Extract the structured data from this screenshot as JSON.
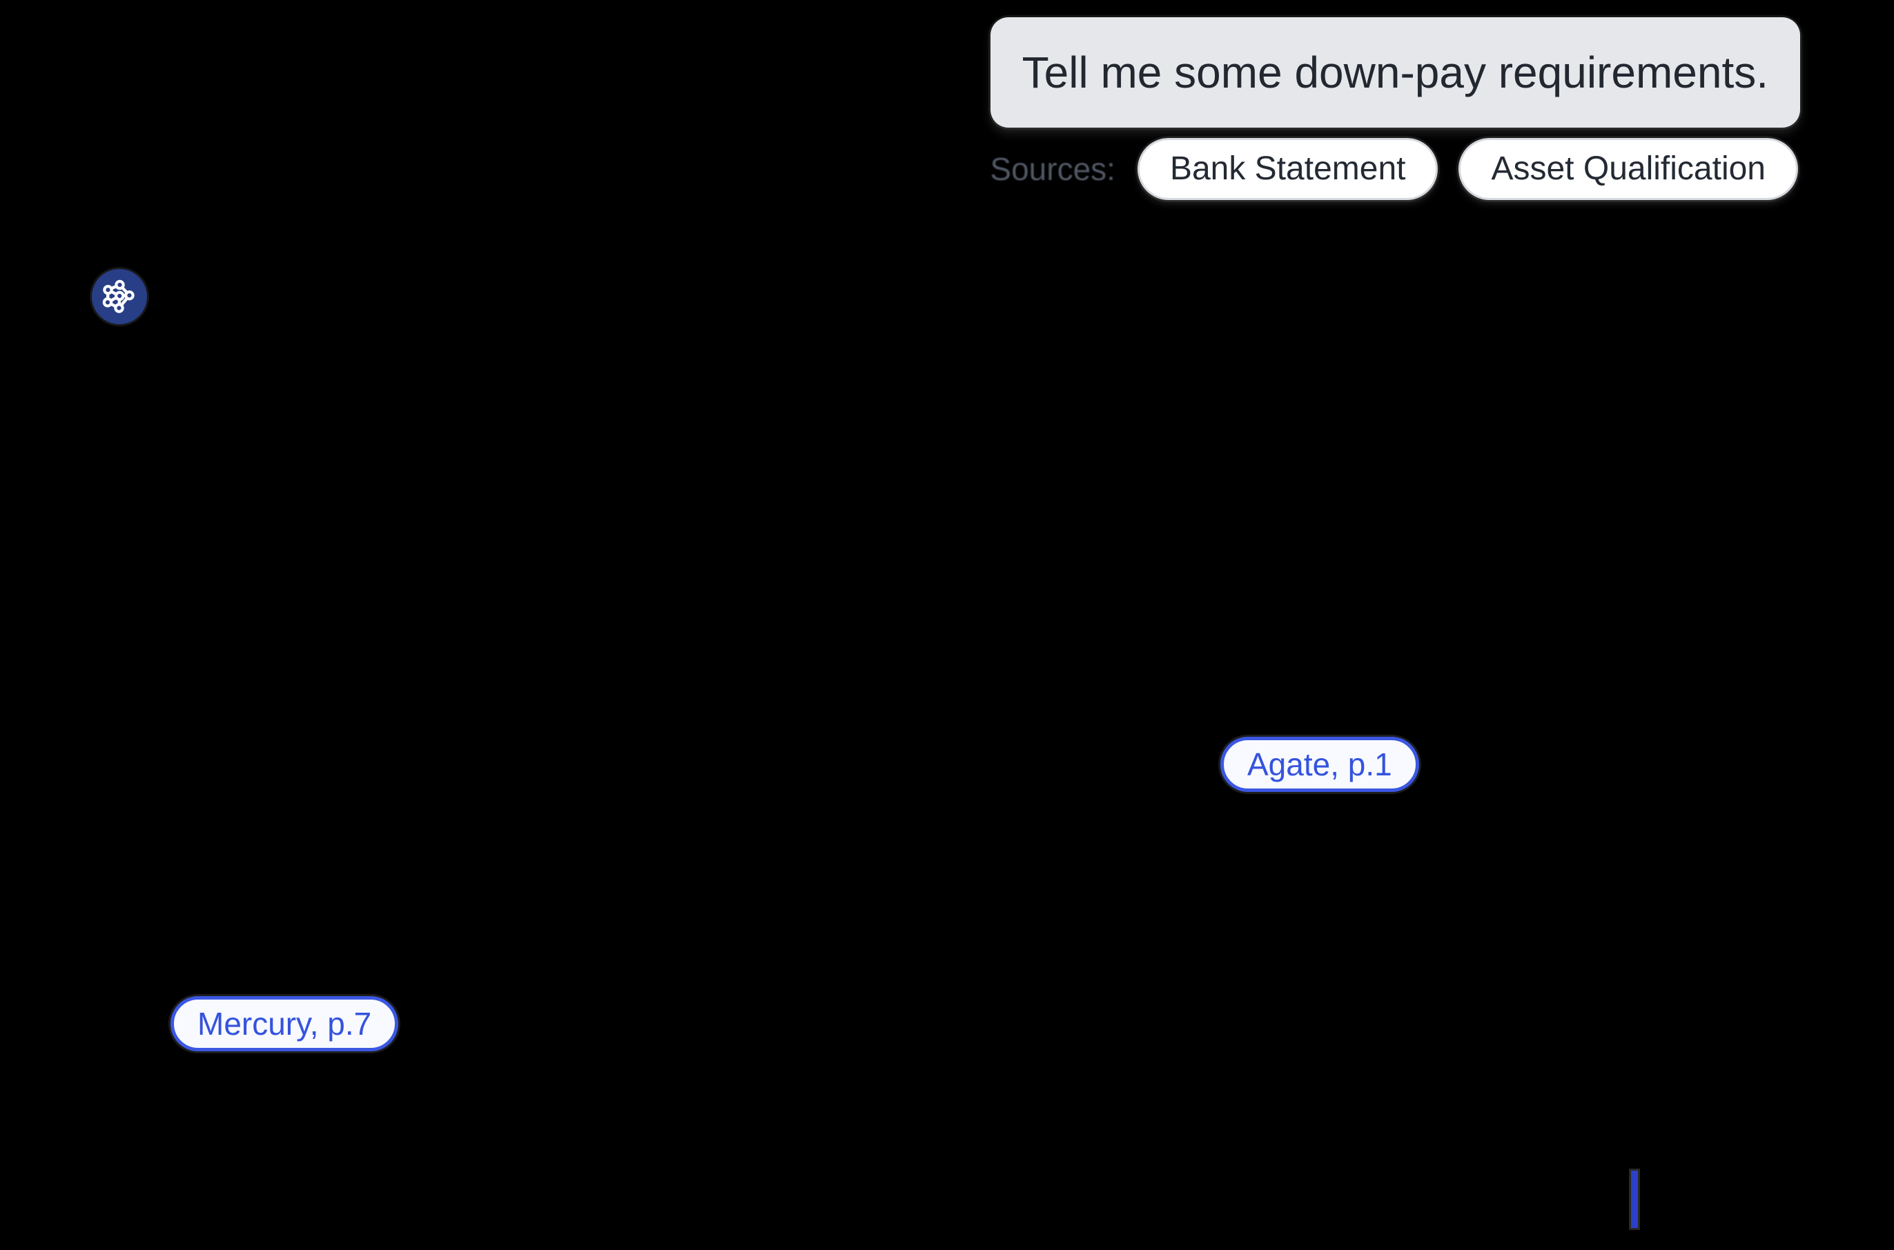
{
  "app": {
    "background": "#000000",
    "description_note": "chat view with user prompt, source chips, assistant avatar, citation pills and streaming caret"
  },
  "user_message": {
    "text": "Tell me some down-pay requirements."
  },
  "sources": {
    "label": "Sources:",
    "items": [
      {
        "label": "Bank Statement"
      },
      {
        "label": "Asset Qualification"
      }
    ]
  },
  "assistant": {
    "avatar_icon": "network-graph-icon",
    "citations": [
      {
        "label": "Agate, p.1"
      },
      {
        "label": "Mercury, p.7"
      }
    ],
    "caret": "text-caret"
  },
  "colors": {
    "avatar_bg": "#283e87",
    "citation_blue_border": "#3b57e2",
    "citation_blue_text": "#3553de",
    "citation_bg": "#f8faff",
    "caret_blue": "#2c40c8",
    "user_bubble_bg": "#e5e7ea",
    "user_bubble_text": "#23272f",
    "source_chip_bg": "#ffffff",
    "source_chip_border": "#d5d8dd",
    "source_chip_text": "#242a33",
    "sources_label_text": "#59616e"
  }
}
